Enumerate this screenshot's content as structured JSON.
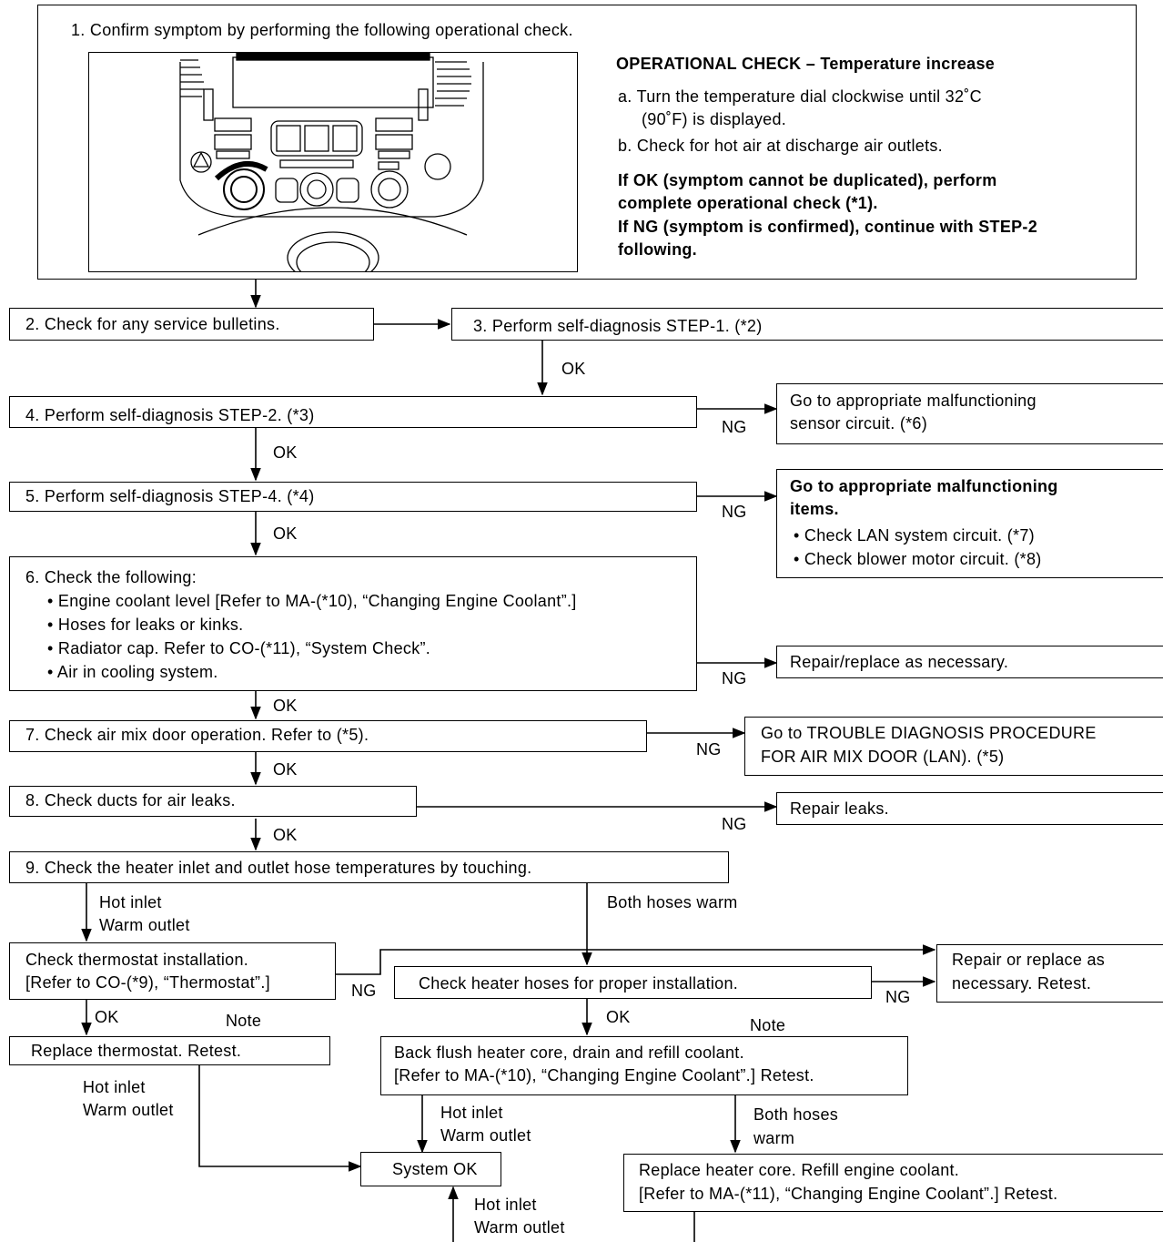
{
  "step1": {
    "title": "1. Confirm symptom by performing the following operational check.",
    "check_title": "OPERATIONAL CHECK – Temperature increase",
    "a1": "a. Turn the temperature dial clockwise until 32˚C",
    "a2": "(90˚F) is displayed.",
    "b": "b. Check for hot air at discharge air outlets.",
    "ok1": "If OK (symptom cannot be duplicated), perform",
    "ok2": "complete operational check (*1).",
    "ng1": "If NG (symptom is confirmed), continue with STEP-2",
    "ng2": "following."
  },
  "step2": "2. Check for any service bulletins.",
  "step3": "3. Perform self-diagnosis STEP-1. (*2)",
  "step4": "4. Perform self-diagnosis STEP-2. (*3)",
  "step4_ng1": "Go to appropriate malfunctioning",
  "step4_ng2": "sensor circuit. (*6)",
  "step5": "5. Perform self-diagnosis STEP-4. (*4)",
  "step5_ng_title1": "Go to appropriate malfunctioning",
  "step5_ng_title2": "items.",
  "step5_ng_item1": "• Check LAN system circuit. (*7)",
  "step5_ng_item2": "• Check blower motor circuit. (*8)",
  "step6": {
    "title": "6.  Check the following:",
    "i1": "• Engine coolant level [Refer to MA-(*10), “Changing Engine Coolant”.]",
    "i2": "• Hoses for leaks or kinks.",
    "i3": "• Radiator cap. Refer to CO-(*11), “System Check”.",
    "i4": "• Air in cooling system."
  },
  "step6_ng": "Repair/replace as necessary.",
  "step7": "7. Check air mix door operation. Refer to (*5).",
  "step7_ng1": "Go to TROUBLE DIAGNOSIS PROCEDURE",
  "step7_ng2": "FOR AIR MIX DOOR (LAN). (*5)",
  "step8": "8. Check ducts for air leaks.",
  "step8_ng": "Repair leaks.",
  "step9": "9. Check the heater inlet and outlet hose temperatures by touching.",
  "thermo1": "Check thermostat installation.",
  "thermo2": "[Refer to CO-(*9), “Thermostat”.]",
  "hoses": "Check heater hoses for proper installation.",
  "repair1": "Repair or replace as",
  "repair2": "necessary. Retest.",
  "replace_thermo": "Replace thermostat. Retest.",
  "flush1": "Back flush heater core, drain and refill coolant.",
  "flush2": "[Refer to MA-(*10), “Changing Engine Coolant”.] Retest.",
  "system_ok": "System OK",
  "core1": "Replace heater core. Refill engine coolant.",
  "core2": "[Refer to MA-(*11), “Changing Engine Coolant”.] Retest.",
  "labels": {
    "ok": "OK",
    "ng": "NG",
    "note": "Note",
    "hot_inlet": "Hot inlet",
    "warm_outlet": "Warm outlet",
    "both_hoses_warm": "Both hoses warm",
    "both_hoses": "Both hoses",
    "warm": "warm"
  }
}
